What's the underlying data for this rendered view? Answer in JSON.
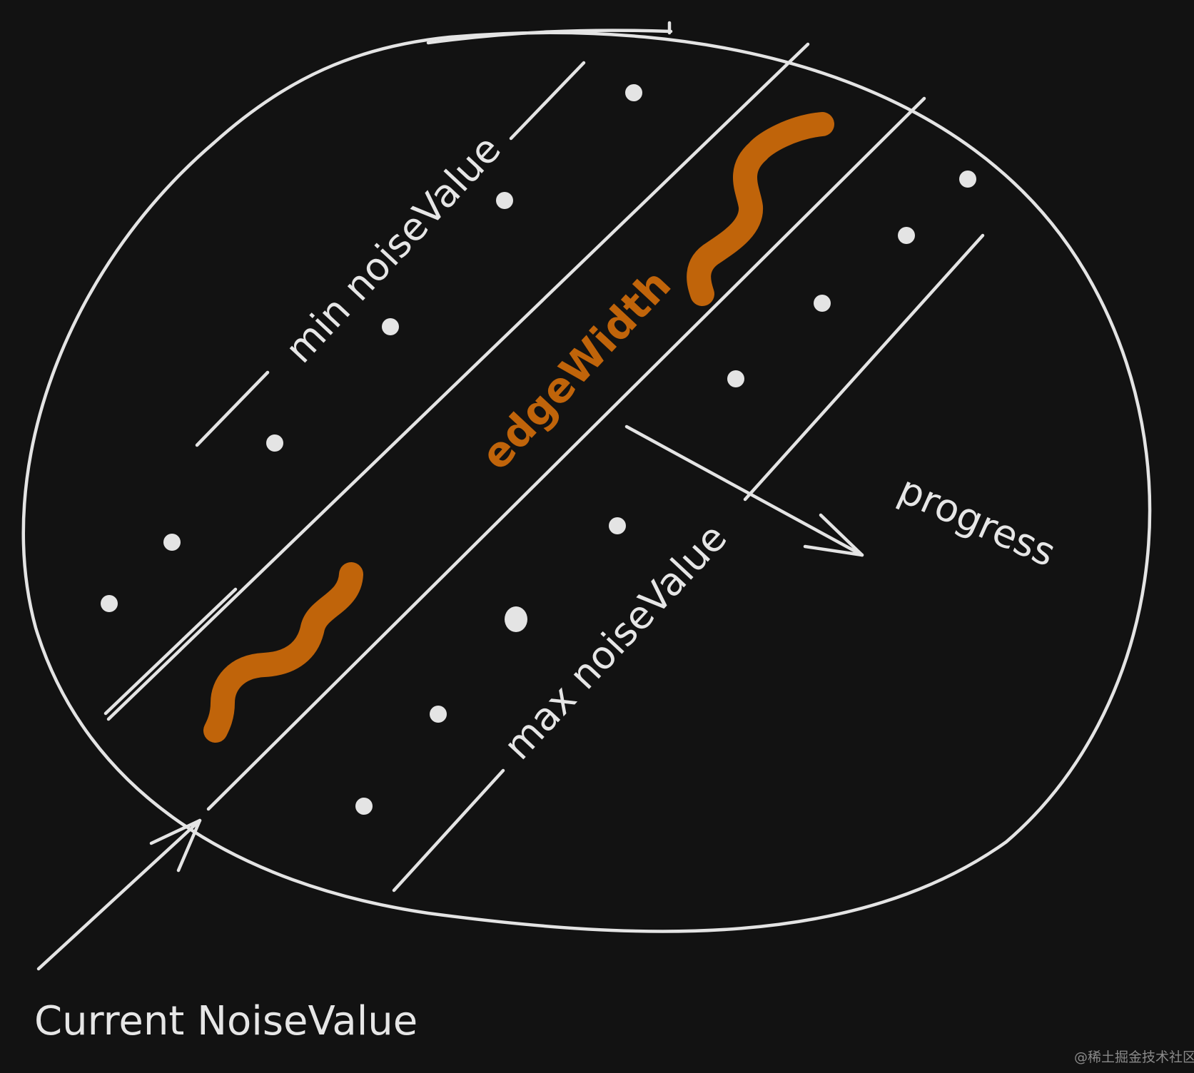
{
  "labels": {
    "min_noise": "min noiseValue",
    "max_noise": "max noiseValue",
    "edge_width": "edgeWidth",
    "progress": "progress",
    "current": "Current NoiseValue"
  },
  "watermark": "@稀土掘金技术社区",
  "colors": {
    "background": "#121212",
    "stroke": "#e4e4e4",
    "accent": "#c0640a"
  }
}
